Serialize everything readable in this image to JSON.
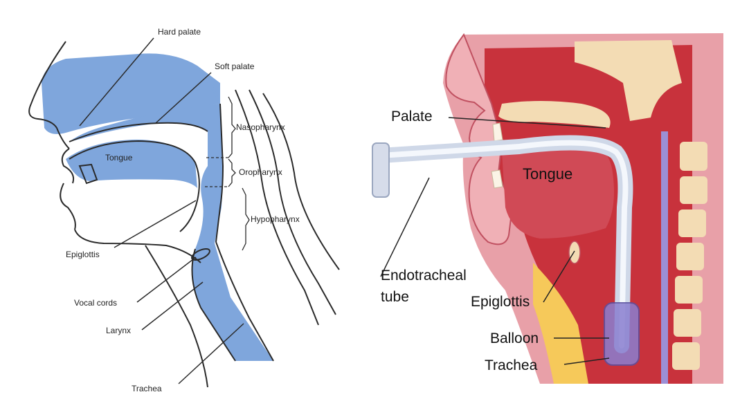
{
  "left_diagram": {
    "labels": {
      "hard_palate": "Hard palate",
      "soft_palate": "Soft palate",
      "tongue": "Tongue",
      "nasopharynx": "Nasopharynx",
      "oropharynx": "Oropharynx",
      "hypopharynx": "Hypopharynx",
      "epiglottis": "Epiglottis",
      "vocal_cords": "Vocal cords",
      "larynx": "Larynx",
      "trachea": "Trachea"
    },
    "colors": {
      "airway_fill": "#7fa6dc",
      "line": "#2a2a2a"
    }
  },
  "right_diagram": {
    "labels": {
      "palate": "Palate",
      "tongue": "Tongue",
      "endotracheal_1": "Endotracheal",
      "endotracheal_2": "tube",
      "epiglottis": "Epiglottis",
      "balloon": "Balloon",
      "trachea": "Trachea"
    },
    "colors": {
      "tissue": "#e8a0a8",
      "muscle": "#c8323c",
      "dark_muscle": "#a0202a",
      "bone": "#f3dcb4",
      "fat": "#f6c95a",
      "tube": "#cfd8e8",
      "balloon": "#8a7fd0"
    }
  }
}
